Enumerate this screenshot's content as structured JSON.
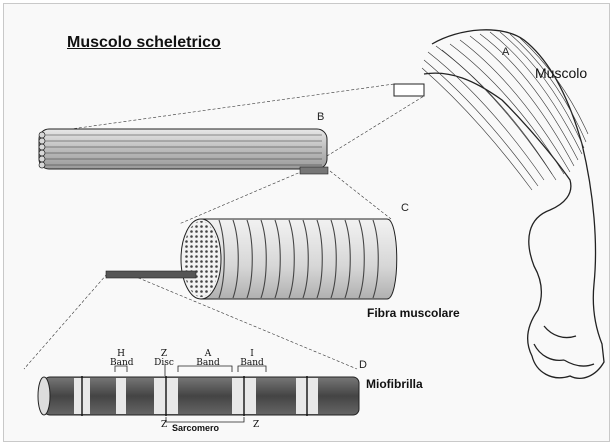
{
  "title": "Muscolo scheletrico",
  "labels": {
    "muscle": "Muscolo",
    "fiber": "Fibra muscolare",
    "myofibril": "Miofibrilla",
    "sarcomere": "Sarcomero"
  },
  "letters": {
    "a": "A",
    "b": "B",
    "c": "C",
    "d": "D"
  },
  "bands": {
    "h_top": "H",
    "h_bottom": "Band",
    "z_top": "Z",
    "z_bottom": "Disc",
    "a_top": "A",
    "a_bottom": "Band",
    "i_top": "I",
    "i_bottom": "Band",
    "z_left": "Z",
    "z_right": "Z"
  }
}
